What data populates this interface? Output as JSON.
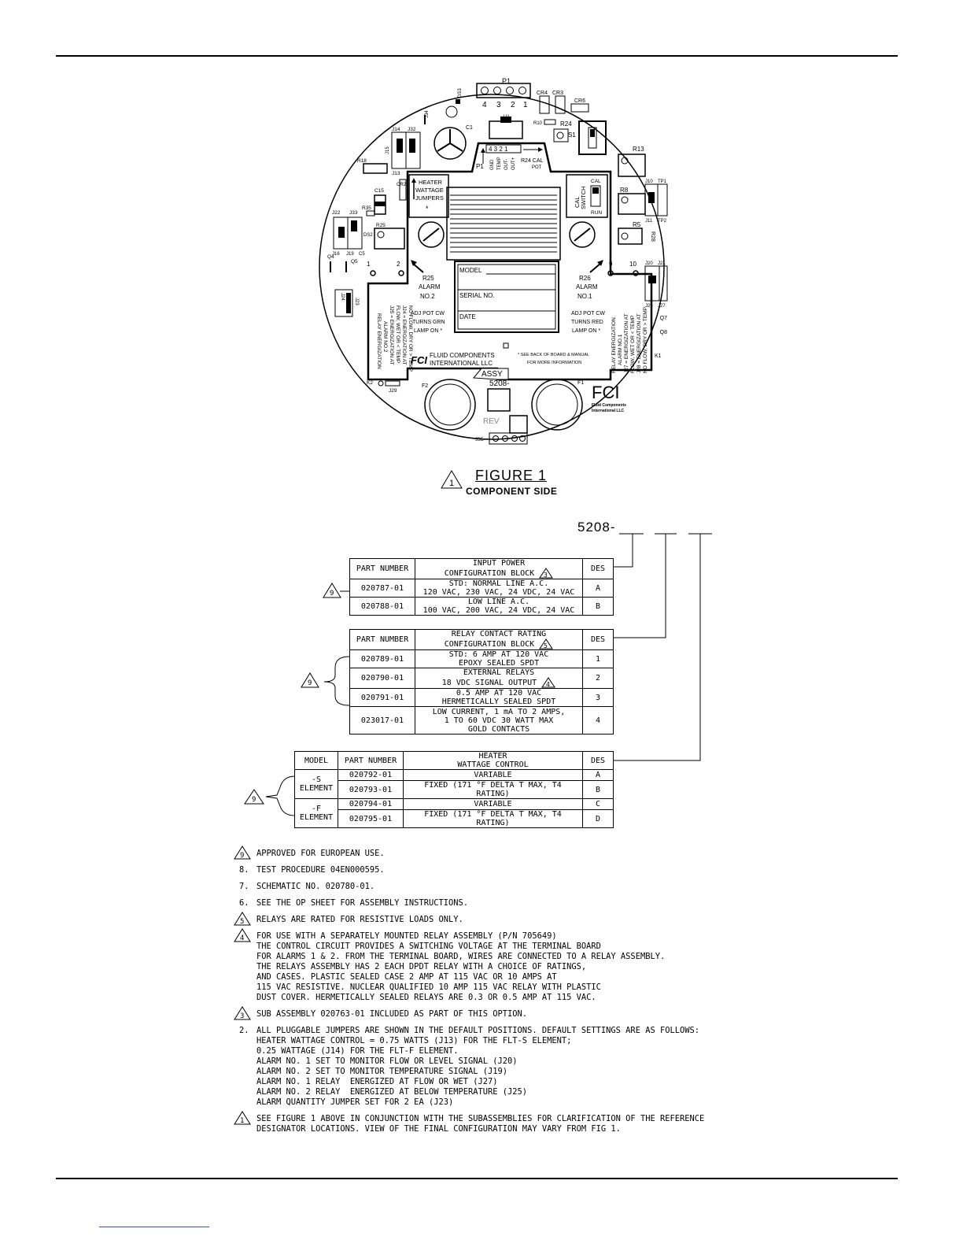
{
  "figure": {
    "title": "FIGURE 1",
    "subtitle": "COMPONENT SIDE",
    "triangle_num": "1"
  },
  "board": {
    "labels": {
      "p1": "P1",
      "ds3": "DS3",
      "c1": "C1",
      "r18": "R18",
      "j14": "J14",
      "j32": "J32",
      "j13": "J13",
      "j15": "J15",
      "cr2": "CR2",
      "c15": "C15",
      "r35": "R35",
      "j22": "J22",
      "j33": "J33",
      "r25": "R25",
      "j16": "J16",
      "j19": "J19",
      "c5": "C5",
      "ds2": "DS2",
      "q4": "Q4",
      "q5": "Q5",
      "cr4": "CR4",
      "cr3": "CR3",
      "cr6": "CR6",
      "u1": "U1",
      "r10": "R10",
      "r24": "R24",
      "s1": "S1",
      "r13": "R13",
      "r8": "R8",
      "j10": "J10",
      "tp1": "TP1",
      "j11": "J11",
      "tp2": "TP2",
      "r28": "R28",
      "r5": "R5",
      "j20": "J20",
      "j21": "J21",
      "j25": "J25",
      "j27": "J27",
      "q7": "Q7",
      "q8": "Q8",
      "k1": "K1",
      "k2": "K2",
      "j29": "J29",
      "f2": "F2",
      "f1": "F1",
      "j35": "J35",
      "j24": "J24",
      "j23": "J23",
      "r30": "R30",
      "j34": "J34",
      "pin4": "4",
      "pin3": "3",
      "pin2": "2",
      "pin1": "1",
      "mark1": "1",
      "mark2": "2",
      "mark9": "9",
      "mark10": "10",
      "conn": "4 3 2 1",
      "gnd": "GND",
      "temp": "TEMP",
      "outminus": "OUT-",
      "outplus": "OUT+",
      "r24cal1": "R24 CAL",
      "r24cal2": "POT",
      "heater1": "HEATER",
      "heater2": "WATTAGE",
      "heater3": "JUMPERS",
      "star": "*",
      "cal": "CAL",
      "switch": "SWITCH",
      "run": "RUN",
      "r25a": "R25",
      "alarm2": "ALARM",
      "no2": "NO.2",
      "r26a": "R26",
      "alarm1": "ALARM",
      "no1": "NO.1",
      "model": "MODEL",
      "serial": "SERIAL NO.",
      "date": "DATE",
      "adj2a": "ADJ POT CW",
      "adj2b": "TURNS GRN",
      "adj2c": "LAMP ON *",
      "adj1a": "ADJ POT CW",
      "adj1b": "TURNS RED",
      "adj1c": "LAMP ON *",
      "seeback1": "* SEE BACK OF BOARD & MANUAL",
      "seeback2": "FOR MORE INFORMATION",
      "fcilogo": "FCI",
      "fc1": "FLUID COMPONENTS",
      "fc2": "INTERNATIONAL LLC",
      "assy": "ASSY",
      "assynum": "5208-",
      "rev": "REV",
      "fcibig": "FCI",
      "fcis1": "Fluid Components",
      "fcis2": "International LLC",
      "relayL1": "RELAY ENERGIZATION",
      "relayL2": "ALARM NO.2",
      "relayL3": "J25 = ENERGIZATION AT",
      "relayL4": "FLOW, WET OR < TEMP",
      "relayL5": "J24 = ENERGIZATION AT",
      "relayL6": "NO FLOW, DRY OR > TEMP",
      "relayR1": "RELAY ENERGIZATION",
      "relayR2": "ALARM NO.1",
      "relayR3": "J27 = ENERGIZATION AT",
      "relayR4": "FLOW, WET OR < TEMP",
      "relayR5": "J28 = ENERGIZATION AT",
      "relayR6": "NO FLOW, DRY OR > TEMP"
    }
  },
  "part_number_prefix": "5208-",
  "table_power": {
    "h_part": "PART NUMBER",
    "h_desc1": "INPUT POWER",
    "h_desc2": "CONFIGURATION BLOCK",
    "h_tri": "3",
    "h_des": "DES",
    "r1_part": "020787-01",
    "r1_d1": "STD: NORMAL LINE A.C.",
    "r1_d2": "120 VAC, 230 VAC, 24 VDC, 24 VAC",
    "r1_des": "A",
    "r2_part": "020788-01",
    "r2_d1": "LOW LINE A.C.",
    "r2_d2": "100 VAC, 200 VAC, 24 VDC, 24 VAC",
    "r2_des": "B",
    "tri": "9"
  },
  "table_relay": {
    "h_part": "PART NUMBER",
    "h_desc1": "RELAY CONTACT RATING",
    "h_desc2": "CONFIGURATION BLOCK",
    "h_tri": "5",
    "h_des": "DES",
    "r1_part": "020789-01",
    "r1_d1": "STD: 6 AMP AT 120 VAC",
    "r1_d2": "EPOXY SEALED      SPDT",
    "r1_des": "1",
    "r2_part": "020790-01",
    "r2_d1": "EXTERNAL RELAYS",
    "r2_d2": "18 VDC SIGNAL OUTPUT",
    "r2_tri": "4",
    "r2_des": "2",
    "r3_part": "020791-01",
    "r3_d1": "0.5 AMP AT 120 VAC",
    "r3_d2": "HERMETICALLY SEALED    SPDT",
    "r3_des": "3",
    "r4_part": "023017-01",
    "r4_d1": "LOW CURRENT, 1 mA TO 2 AMPS,",
    "r4_d2": "1 TO 60 VDC 30 WATT MAX",
    "r4_d3": "GOLD CONTACTS",
    "r4_des": "4",
    "tri": "9"
  },
  "table_heater": {
    "h_model": "MODEL",
    "h_part": "PART NUMBER",
    "h_desc1": "HEATER",
    "h_desc2": "WATTAGE CONTROL",
    "h_des": "DES",
    "m1a": "-S",
    "m1b": "ELEMENT",
    "m2a": "-F",
    "m2b": "ELEMENT",
    "r1_part": "020792-01",
    "r1_desc": "VARIABLE",
    "r1_des": "A",
    "r2_part": "020793-01",
    "r2_desc": "FIXED (171 °F DELTA T MAX, T4 RATING)",
    "r2_des": "B",
    "r3_part": "020794-01",
    "r3_desc": "VARIABLE",
    "r3_des": "C",
    "r4_part": "020795-01",
    "r4_desc": "FIXED (171 °F DELTA T MAX, T4 RATING)",
    "r4_des": "D",
    "tri": "9"
  },
  "notes": [
    {
      "mark": "9",
      "tri": true,
      "text": "APPROVED FOR EUROPEAN USE."
    },
    {
      "mark": "8.",
      "tri": false,
      "text": "TEST PROCEDURE 04EN000595."
    },
    {
      "mark": "7.",
      "tri": false,
      "text": "SCHEMATIC NO. 020780-01."
    },
    {
      "mark": "6.",
      "tri": false,
      "text": "SEE THE OP SHEET FOR ASSEMBLY INSTRUCTIONS."
    },
    {
      "mark": "5",
      "tri": true,
      "text": "RELAYS ARE RATED FOR RESISTIVE LOADS ONLY."
    },
    {
      "mark": "4",
      "tri": true,
      "text": "FOR USE WITH A SEPARATELY MOUNTED RELAY ASSEMBLY (P/N 705649)\nTHE CONTROL CIRCUIT PROVIDES A SWITCHING VOLTAGE AT THE TERMINAL BOARD\nFOR ALARMS 1 & 2. FROM THE TERMINAL BOARD, WIRES ARE CONNECTED TO A RELAY ASSEMBLY.\nTHE RELAYS ASSEMBLY HAS 2 EACH DPDT RELAY WITH A CHOICE OF RATINGS,\nAND CASES. PLASTIC SEALED CASE 2 AMP AT 115 VAC OR 10 AMPS AT\n115 VAC RESISTIVE. NUCLEAR QUALIFIED 10 AMP 115 VAC RELAY WITH PLASTIC\nDUST COVER. HERMETICALLY SEALED RELAYS ARE 0.3 OR 0.5 AMP AT 115 VAC."
    },
    {
      "mark": "3",
      "tri": true,
      "text": "SUB ASSEMBLY 020763-01 INCLUDED AS PART OF THIS OPTION."
    },
    {
      "mark": "2.",
      "tri": false,
      "text": "ALL PLUGGABLE JUMPERS ARE SHOWN IN THE DEFAULT POSITIONS. DEFAULT SETTINGS ARE AS FOLLOWS:\nHEATER WATTAGE CONTROL = 0.75 WATTS (J13) FOR THE FLT-S ELEMENT;\n0.25 WATTAGE (J14) FOR THE FLT-F ELEMENT.\nALARM NO. 1 SET TO MONITOR FLOW OR LEVEL SIGNAL (J20)\nALARM NO. 2 SET TO MONITOR TEMPERATURE SIGNAL (J19)\nALARM NO. 1 RELAY  ENERGIZED AT FLOW OR WET (J27)\nALARM NO. 2 RELAY  ENERGIZED AT BELOW TEMPERATURE (J25)\nALARM QUANTITY JUMPER SET FOR 2 EA (J23)"
    },
    {
      "mark": "1",
      "tri": true,
      "text": "SEE FIGURE 1 ABOVE IN CONJUNCTION WITH THE SUBASSEMBLIES FOR CLARIFICATION OF THE REFERENCE\nDESIGNATOR LOCATIONS. VIEW OF THE FINAL CONFIGURATION MAY VARY FROM FIG 1."
    }
  ]
}
